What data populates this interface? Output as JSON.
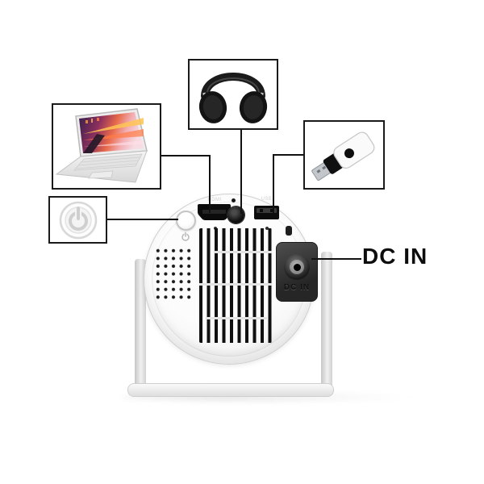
{
  "figure": {
    "type": "product-connectivity-diagram",
    "subject": "mini projector rear panel with port callouts"
  },
  "annotations": {
    "dc_in_label": "DC IN"
  },
  "callouts": [
    {
      "id": "laptop",
      "icon": "laptop-icon",
      "connects_to": "hdmi-port"
    },
    {
      "id": "headphones",
      "icon": "headphones-icon",
      "connects_to": "audio-jack"
    },
    {
      "id": "usb-drive",
      "icon": "usb-drive-icon",
      "connects_to": "usb-port"
    },
    {
      "id": "power",
      "icon": "power-button-icon",
      "connects_to": "power-button"
    }
  ],
  "projector": {
    "port_labels": {
      "hdmi": "HDMI",
      "usb": "USB"
    },
    "dc_panel_emboss": "DC IN"
  },
  "colors": {
    "background": "#ffffff",
    "line": "#111111",
    "box_border": "#1a1a1a",
    "body_face": "#f3f3f3",
    "ports_black": "#0c0c0c",
    "dc_panel": "#333333",
    "stand_gray": "#d6d6d6"
  }
}
